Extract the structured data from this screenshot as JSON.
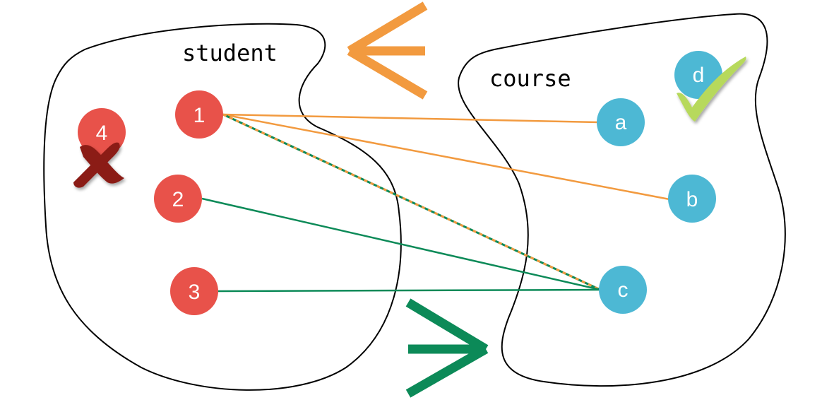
{
  "sets": {
    "student": {
      "label": "student"
    },
    "course": {
      "label": "course"
    }
  },
  "nodes": {
    "s1": {
      "label": "1"
    },
    "s2": {
      "label": "2"
    },
    "s3": {
      "label": "3"
    },
    "s4": {
      "label": "4"
    },
    "ca": {
      "label": "a"
    },
    "cb": {
      "label": "b"
    },
    "cc": {
      "label": "c"
    },
    "cd": {
      "label": "d"
    }
  },
  "edges": [
    {
      "from": "1",
      "to": "a",
      "color": "orange"
    },
    {
      "from": "1",
      "to": "b",
      "color": "orange"
    },
    {
      "from": "1",
      "to": "c",
      "color": "orange-green-dashed"
    },
    {
      "from": "2",
      "to": "c",
      "color": "green"
    },
    {
      "from": "3",
      "to": "c",
      "color": "green"
    }
  ],
  "marks": {
    "cross_on": "4",
    "check_on": "d"
  },
  "colors": {
    "student_node": "#e8524a",
    "course_node": "#4db8d4",
    "orange": "#f29a3f",
    "green": "#0c8a58",
    "cross": "#8b1a14",
    "check": "#b7d95c",
    "outline": "#000000"
  }
}
